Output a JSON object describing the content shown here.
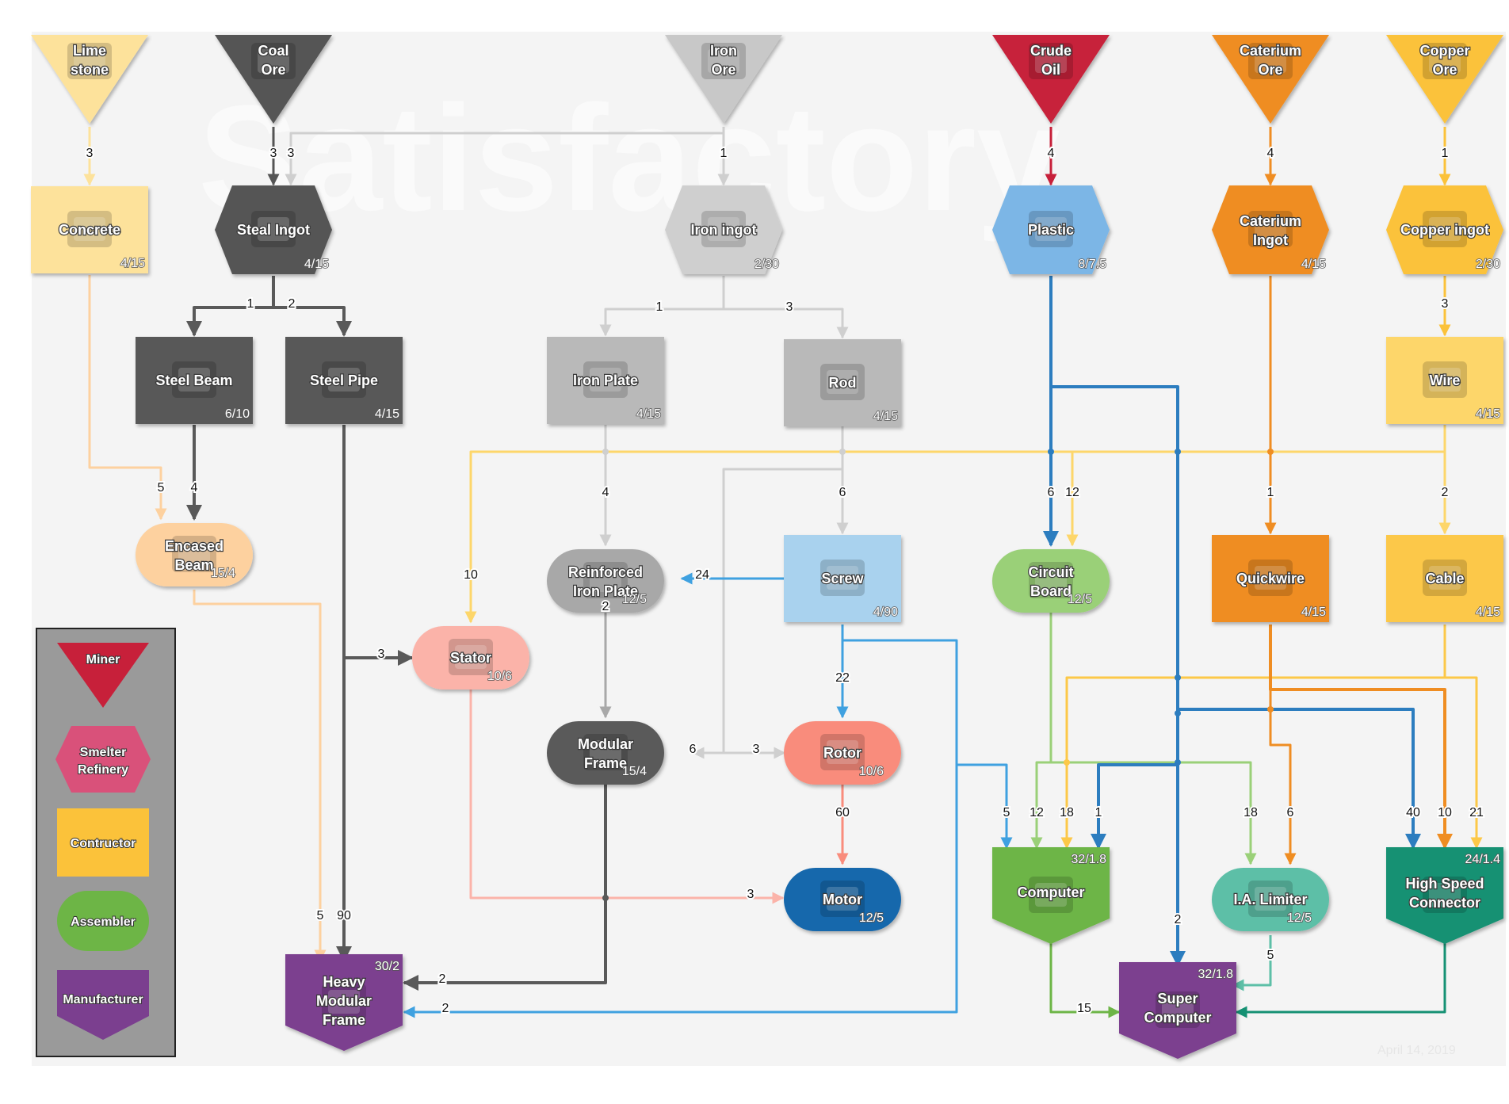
{
  "watermark": "Satisfactory",
  "date": "April 14, 2019",
  "colors": {
    "limestone": "#fde29b",
    "coal": "#555555",
    "iron": "#c8c8c8",
    "oil": "#c7203a",
    "caterium": "#ef8d22",
    "copper": "#fbc23a",
    "steel": "#595959",
    "ironlight": "#cfcfcf",
    "plastic": "#2c7dbf",
    "screw": "#3fa1e0",
    "wire": "#fdd66a",
    "rotor": "#f98c7c",
    "stator": "#fbb3a9",
    "encased": "#fdd19f",
    "circuit": "#9ad078",
    "quickwire": "#ef8d22",
    "cable": "#fcc848",
    "computer": "#6db546",
    "hsc": "#159173"
  },
  "nodes": [
    {
      "id": "limestone",
      "name": "Lime stone",
      "lines": [
        "Lime",
        "stone"
      ],
      "rate": "",
      "kind": "miner",
      "color": "#fde29b",
      "icon": "limestone-icon"
    },
    {
      "id": "coal",
      "name": "Coal Ore",
      "lines": [
        "Coal",
        "Ore"
      ],
      "rate": "",
      "kind": "miner",
      "color": "#555555",
      "icon": "coal-ore-icon"
    },
    {
      "id": "ironore",
      "name": "Iron Ore",
      "lines": [
        "Iron",
        "Ore"
      ],
      "rate": "",
      "kind": "miner",
      "color": "#c8c8c8",
      "icon": "iron-ore-icon"
    },
    {
      "id": "oil",
      "name": "Crude Oil",
      "lines": [
        "Crude",
        "Oil"
      ],
      "rate": "",
      "kind": "miner",
      "color": "#c7203a",
      "icon": "crude-oil-icon"
    },
    {
      "id": "caterore",
      "name": "Caterium Ore",
      "lines": [
        "Caterium",
        "Ore"
      ],
      "rate": "",
      "kind": "miner",
      "color": "#ef8d22",
      "icon": "caterium-ore-icon"
    },
    {
      "id": "copperore",
      "name": "Copper Ore",
      "lines": [
        "Copper",
        "Ore"
      ],
      "rate": "",
      "kind": "miner",
      "color": "#fbc23a",
      "icon": "copper-ore-icon"
    },
    {
      "id": "concrete",
      "name": "Concrete",
      "lines": [
        "Concrete"
      ],
      "rate": "4/15",
      "kind": "constructor",
      "color": "#fde29b",
      "icon": "concrete-icon"
    },
    {
      "id": "steelingot",
      "name": "Steal Ingot",
      "lines": [
        "Steal Ingot"
      ],
      "rate": "4/15",
      "kind": "smelter",
      "color": "#555555",
      "icon": "steel-ingot-icon"
    },
    {
      "id": "ironingot",
      "name": "Iron ingot",
      "lines": [
        "Iron ingot"
      ],
      "rate": "2/30",
      "kind": "smelter",
      "color": "#cfcfcf",
      "icon": "iron-ingot-icon"
    },
    {
      "id": "plastic",
      "name": "Plastic",
      "lines": [
        "Plastic"
      ],
      "rate": "8/7.5",
      "kind": "smelter",
      "color": "#7bb6e6",
      "icon": "plastic-icon"
    },
    {
      "id": "cateringot",
      "name": "Caterium Ingot",
      "lines": [
        "Caterium",
        "Ingot"
      ],
      "rate": "4/15",
      "kind": "smelter",
      "color": "#ef8d22",
      "icon": "caterium-ingot-icon"
    },
    {
      "id": "copperingot",
      "name": "Copper ingot",
      "lines": [
        "Copper ingot"
      ],
      "rate": "2/30",
      "kind": "smelter",
      "color": "#fbc23a",
      "icon": "copper-ingot-icon"
    },
    {
      "id": "steelbeam",
      "name": "Steel Beam",
      "lines": [
        "Steel Beam"
      ],
      "rate": "6/10",
      "kind": "constructor",
      "color": "#595959",
      "icon": "steel-beam-icon"
    },
    {
      "id": "steelpipe",
      "name": "Steel Pipe",
      "lines": [
        "Steel Pipe"
      ],
      "rate": "4/15",
      "kind": "constructor",
      "color": "#595959",
      "icon": "steel-pipe-icon"
    },
    {
      "id": "ironplate",
      "name": "Iron Plate",
      "lines": [
        "Iron Plate"
      ],
      "rate": "4/15",
      "kind": "constructor",
      "color": "#b9b9b9",
      "icon": "iron-plate-icon"
    },
    {
      "id": "rod",
      "name": "Rod",
      "lines": [
        "Rod"
      ],
      "rate": "4/15",
      "kind": "constructor",
      "color": "#b9b9b9",
      "icon": "rod-icon"
    },
    {
      "id": "wire",
      "name": "Wire",
      "lines": [
        "Wire"
      ],
      "rate": "4/15",
      "kind": "constructor",
      "color": "#fdd66a",
      "icon": "wire-icon"
    },
    {
      "id": "encased",
      "name": "Encased Beam",
      "lines": [
        "Encased",
        "Beam"
      ],
      "rate": "15/4",
      "kind": "assembler",
      "color": "#fdd19f",
      "icon": "encased-beam-icon"
    },
    {
      "id": "reinforced",
      "name": "Reinforced Iron Plate",
      "lines": [
        "Reinforced",
        "Iron Plate"
      ],
      "rate": "12/5",
      "kind": "assembler",
      "color": "#a8a8a8",
      "icon": "reinforced-plate-icon"
    },
    {
      "id": "screw",
      "name": "Screw",
      "lines": [
        "Screw"
      ],
      "rate": "4/90",
      "kind": "constructor",
      "color": "#a9d2ee",
      "icon": "screw-icon"
    },
    {
      "id": "circuit",
      "name": "Circuit Board",
      "lines": [
        "Circuit",
        "Board"
      ],
      "rate": "12/5",
      "kind": "assembler",
      "color": "#9ad078",
      "icon": "circuit-board-icon"
    },
    {
      "id": "quickwire",
      "name": "Quickwire",
      "lines": [
        "Quickwire"
      ],
      "rate": "4/15",
      "kind": "constructor",
      "color": "#ef8d22",
      "icon": "quickwire-icon"
    },
    {
      "id": "cable",
      "name": "Cable",
      "lines": [
        "Cable"
      ],
      "rate": "4/15",
      "kind": "constructor",
      "color": "#fcc848",
      "icon": "cable-icon"
    },
    {
      "id": "stator",
      "name": "Stator",
      "lines": [
        "Stator"
      ],
      "rate": "10/6",
      "kind": "assembler",
      "color": "#fbb3a9",
      "icon": "stator-icon"
    },
    {
      "id": "modular",
      "name": "Modular Frame",
      "lines": [
        "Modular",
        "Frame"
      ],
      "rate": "15/4",
      "kind": "assembler",
      "color": "#5a5a5a",
      "icon": "modular-frame-icon"
    },
    {
      "id": "rotor",
      "name": "Rotor",
      "lines": [
        "Rotor"
      ],
      "rate": "10/6",
      "kind": "assembler",
      "color": "#f98c7c",
      "icon": "rotor-icon"
    },
    {
      "id": "motor",
      "name": "Motor",
      "lines": [
        "Motor"
      ],
      "rate": "12/5",
      "kind": "assembler",
      "color": "#1668ac",
      "icon": "motor-icon"
    },
    {
      "id": "computer",
      "name": "Computer",
      "lines": [
        "Computer"
      ],
      "rate": "32/1.8",
      "kind": "manufacturer",
      "color": "#6db546",
      "icon": "computer-icon"
    },
    {
      "id": "limiter",
      "name": "I.A. Limiter",
      "lines": [
        "I.A. Limiter"
      ],
      "rate": "12/5",
      "kind": "assembler",
      "color": "#5dbfa7",
      "icon": "ai-limiter-icon"
    },
    {
      "id": "hsc",
      "name": "High Speed Connector",
      "lines": [
        "High Speed",
        "Connector"
      ],
      "rate": "24/1.4",
      "kind": "manufacturer",
      "color": "#159173",
      "icon": "high-speed-connector-icon"
    },
    {
      "id": "hmf",
      "name": "Heavy Modular Frame",
      "lines": [
        "Heavy",
        "Modular",
        "Frame"
      ],
      "rate": "30/2",
      "kind": "manufacturer",
      "color": "#7b3f8f",
      "icon": "heavy-modular-frame-icon"
    },
    {
      "id": "super",
      "name": "Super Computer",
      "lines": [
        "Super",
        "Computer"
      ],
      "rate": "32/1.8",
      "kind": "manufacturer",
      "color": "#7b3f8f",
      "icon": "supercomputer-icon"
    }
  ],
  "edge_labels": [
    "3",
    "3",
    "3",
    "1",
    "4",
    "4",
    "1",
    "3",
    "1",
    "2",
    "1",
    "3",
    "5",
    "4",
    "4",
    "6",
    "6",
    "12",
    "1",
    "2",
    "10",
    "24",
    "3",
    "22",
    "6",
    "3",
    "2",
    "60",
    "5",
    "12",
    "18",
    "1",
    "18",
    "6",
    "40",
    "10",
    "21",
    "2",
    "5",
    "15",
    "5",
    "90",
    "2",
    "2",
    "3"
  ],
  "legend": {
    "items": [
      {
        "label": "Miner",
        "shape": "triangle",
        "color": "#c7203a"
      },
      {
        "label": "Smelter Refinery",
        "lines": [
          "Smelter",
          "Refinery"
        ],
        "shape": "hexagon",
        "color": "#d9517a"
      },
      {
        "label": "Contructor",
        "shape": "square",
        "color": "#fbc23a"
      },
      {
        "label": "Assembler",
        "shape": "pill",
        "color": "#6db546"
      },
      {
        "label": "Manufacturer",
        "shape": "pentagon",
        "color": "#7b3f8f"
      }
    ]
  }
}
